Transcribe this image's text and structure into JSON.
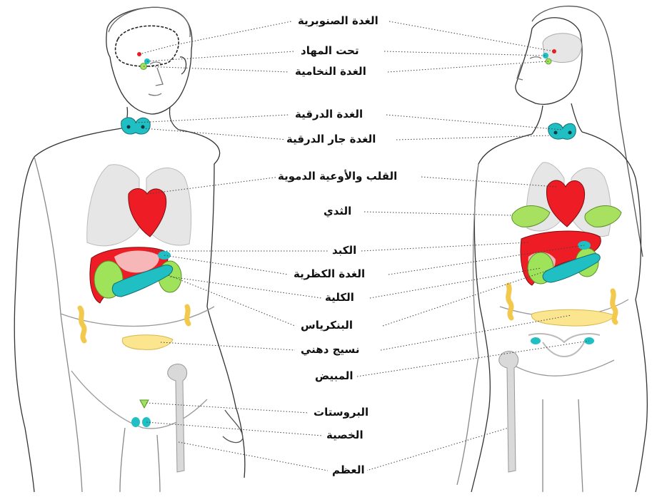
{
  "colors": {
    "organ_red": "#ee1c24",
    "liver_light": "#f7b6b8",
    "gland_teal": "#1fbfc4",
    "kidney_green": "#9fe35b",
    "fat_yellow": "#fbe58f",
    "bone_gray": "#d9d9d9",
    "lung_gray": "#e6e6e6",
    "breast_green": "#a8e060"
  },
  "labels": [
    {
      "id": "pineal",
      "text": "الغدة الصنوبرية"
    },
    {
      "id": "hypothalamus",
      "text": "تحت المهاد"
    },
    {
      "id": "pituitary",
      "text": "الغدة النخامية"
    },
    {
      "id": "thyroid",
      "text": "الغدة الدرقية"
    },
    {
      "id": "parathyroid",
      "text": "الغدة جار الدرقية"
    },
    {
      "id": "heart",
      "text": "القلب والأوعية الدموية"
    },
    {
      "id": "breast",
      "text": "الثدي"
    },
    {
      "id": "liver",
      "text": "الكبد"
    },
    {
      "id": "adrenal",
      "text": "الغدة الكظرية"
    },
    {
      "id": "kidney",
      "text": "الكلية"
    },
    {
      "id": "pancreas",
      "text": "البنكرياس"
    },
    {
      "id": "adipose",
      "text": "نسيج دهني"
    },
    {
      "id": "ovary",
      "text": "المبيض"
    },
    {
      "id": "prostate",
      "text": "البروستات"
    },
    {
      "id": "testis",
      "text": "الخصية"
    },
    {
      "id": "bone",
      "text": "العظم"
    }
  ]
}
